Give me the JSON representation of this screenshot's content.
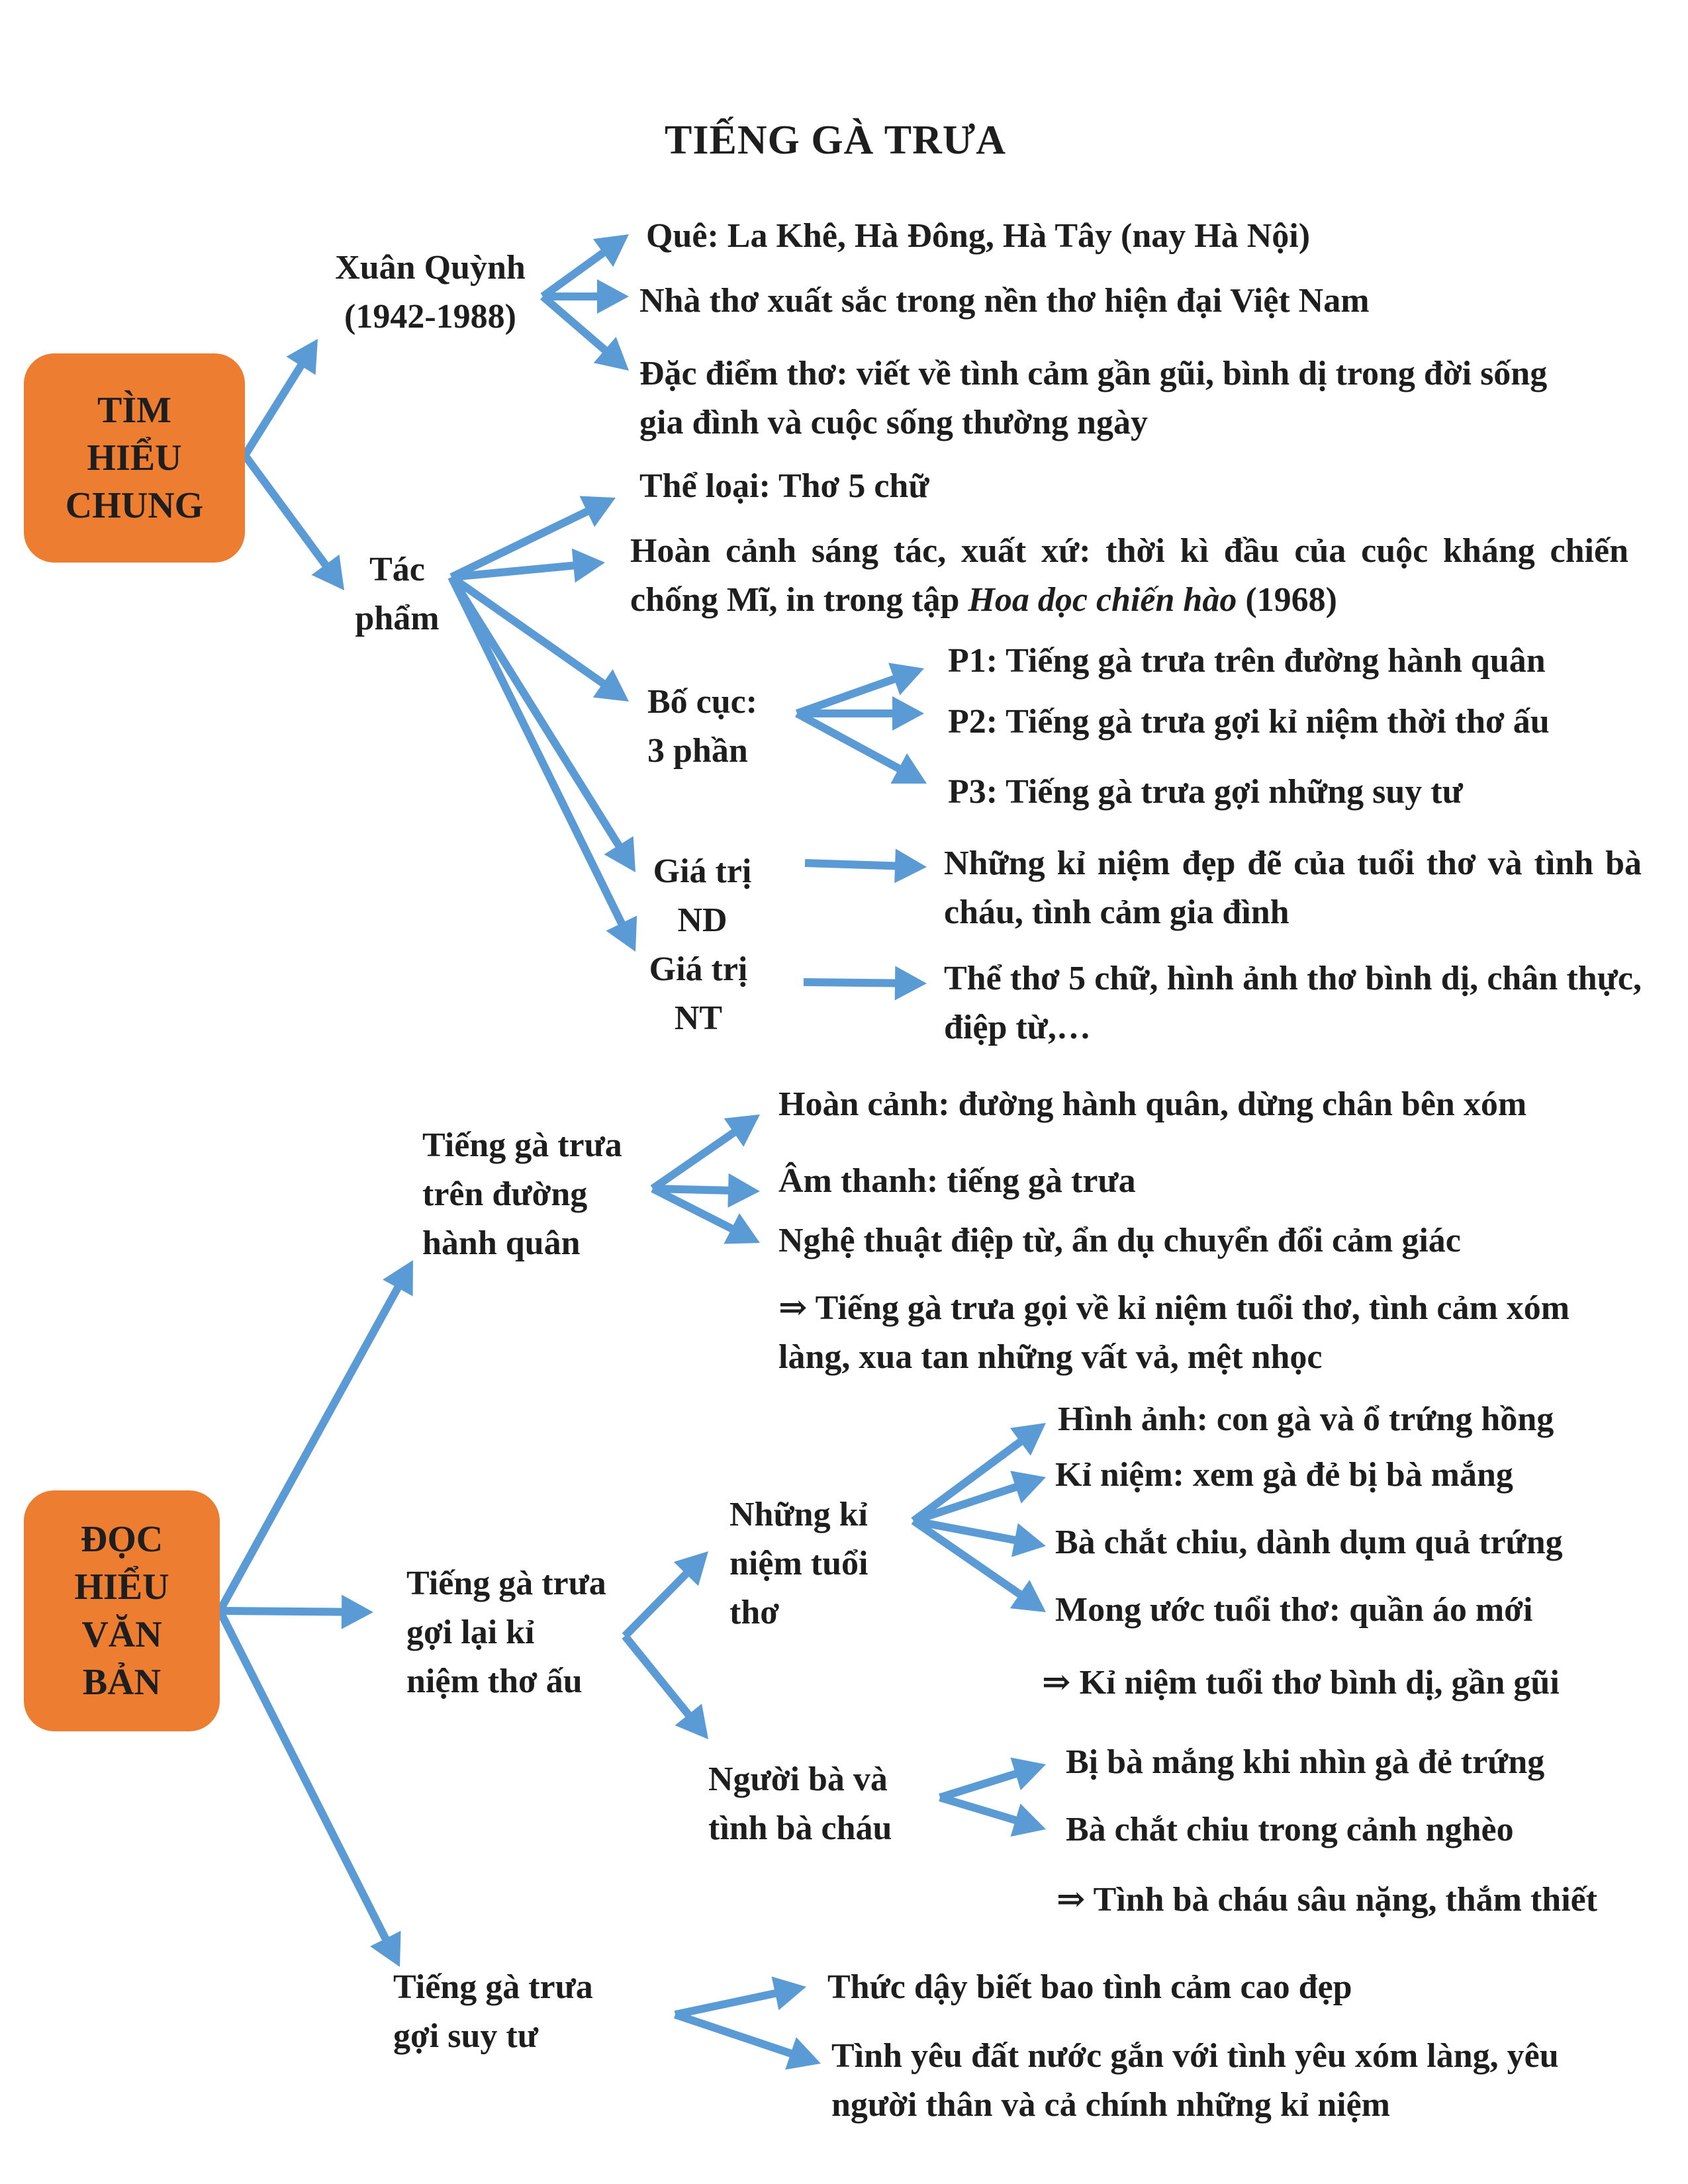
{
  "title": "TIẾNG GÀ TRƯA",
  "section1": {
    "box": [
      "TÌM",
      "HIỂU",
      "CHUNG"
    ],
    "author": {
      "label": [
        "Xuân Quỳnh",
        "(1942-1988)"
      ],
      "items": [
        "Quê: La Khê, Hà Đông, Hà Tây (nay Hà Nội)",
        "Nhà thơ xuất sắc trong nền thơ hiện đại Việt Nam",
        "Đặc điểm thơ: viết về tình cảm gần gũi, bình dị trong đời sống gia đình và cuộc sống thường ngày"
      ]
    },
    "work": {
      "label": [
        "Tác",
        "phẩm"
      ],
      "genre": "Thể loại: Thơ 5 chữ",
      "context_before": "Hoàn cảnh sáng tác, xuất xứ: thời kì đầu của cuộc kháng chiến chống Mĩ, in trong tập ",
      "context_italic": "Hoa dọc chiến hào",
      "context_after": " (1968)",
      "layout": {
        "label": [
          "Bố cục:",
          "3 phần"
        ],
        "items": [
          "P1: Tiếng gà trưa trên đường hành quân",
          "P2: Tiếng gà trưa gợi kỉ niệm thời thơ ấu",
          "P3: Tiếng gà trưa gợi những suy tư"
        ]
      },
      "content_value": {
        "label": [
          "Giá trị",
          "ND"
        ],
        "text": "Những kỉ niệm đẹp đẽ của tuổi thơ và tình bà cháu, tình cảm gia đình"
      },
      "art_value": {
        "label": [
          "Giá trị",
          "NT"
        ],
        "text": "Thể thơ 5 chữ, hình ảnh thơ bình dị, chân thực, điệp từ,…"
      }
    }
  },
  "section2": {
    "box": [
      "ĐỌC",
      "HIỂU",
      "VĂN",
      "BẢN"
    ],
    "part1": {
      "label": [
        "Tiếng gà trưa",
        "trên đường",
        "hành quân"
      ],
      "items": [
        "Hoàn cảnh: đường hành quân, dừng chân bên xóm",
        "Âm thanh: tiếng gà trưa",
        "Nghệ thuật điệp từ, ẩn dụ chuyển đổi cảm giác"
      ],
      "conclusion": "⇒ Tiếng gà trưa gọi về kỉ niệm tuổi thơ, tình cảm xóm làng, xua tan những vất vả, mệt nhọc"
    },
    "part2": {
      "label": [
        "Tiếng gà trưa",
        "gợi lại kỉ",
        "niệm thơ ấu"
      ],
      "memories": {
        "label": [
          "Những kỉ",
          "niệm tuổi",
          "thơ"
        ],
        "items": [
          "Hình ảnh: con gà và ổ trứng hồng",
          "Kỉ niệm: xem gà đẻ bị bà mắng",
          "Bà chắt chiu, dành dụm quả trứng",
          "Mong ước tuổi thơ: quần áo mới"
        ],
        "conclusion": "⇒ Kỉ niệm tuổi thơ bình dị, gần gũi"
      },
      "grandmother": {
        "label": [
          "Người bà và",
          "tình bà cháu"
        ],
        "items": [
          "Bị bà mắng khi nhìn gà đẻ trứng",
          "Bà chắt chiu trong cảnh nghèo"
        ],
        "conclusion": "⇒ Tình bà cháu sâu nặng, thắm thiết"
      }
    },
    "part3": {
      "label": [
        "Tiếng gà trưa",
        "gợi suy tư"
      ],
      "items": [
        "Thức dậy biết bao tình cảm cao đẹp",
        "Tình yêu đất nước gắn với tình yêu xóm làng, yêu người thân và cả chính những kỉ niệm"
      ]
    }
  },
  "colors": {
    "box": "#ed7d31",
    "arrow": "#5b9bd5",
    "text": "#1e1e1e"
  }
}
